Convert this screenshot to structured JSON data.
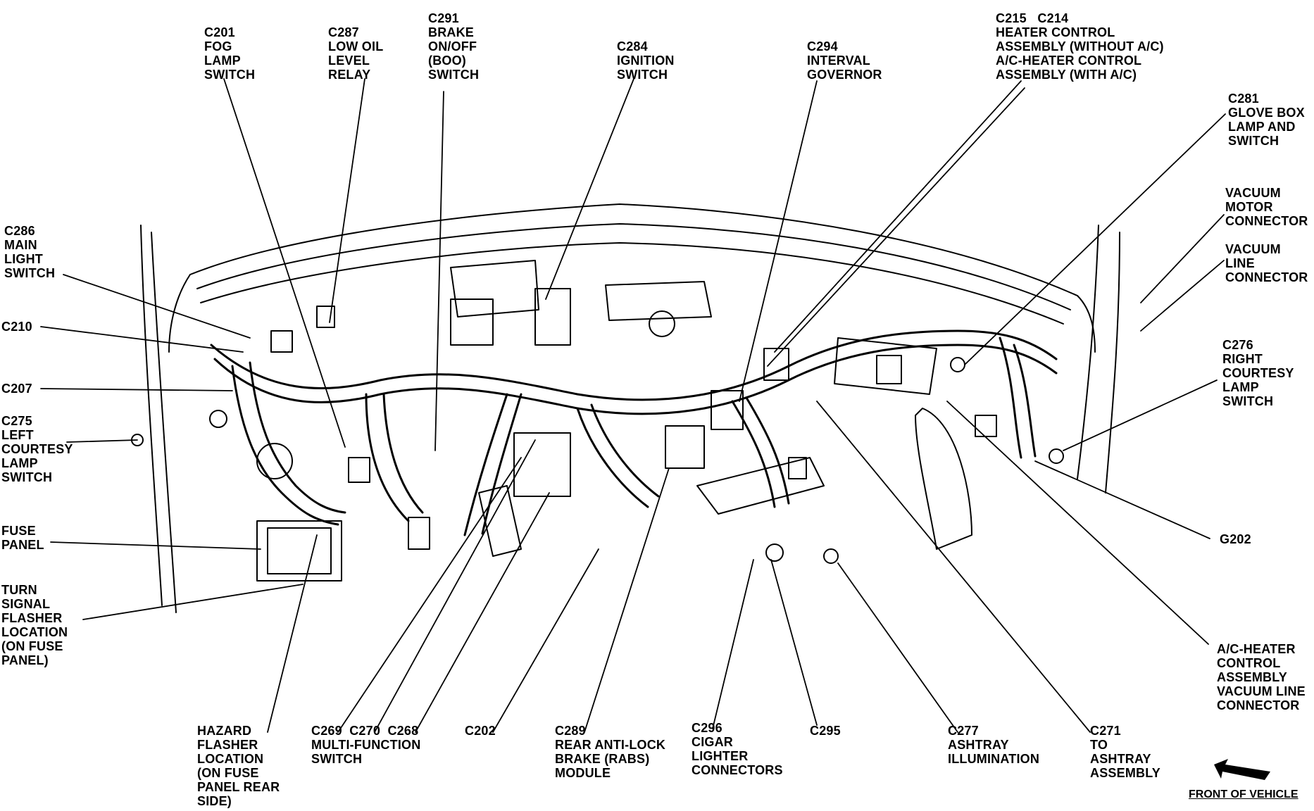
{
  "labels": {
    "c201": "C201\nFOG\nLAMP\nSWITCH",
    "c287": "C287\nLOW OIL\nLEVEL\nRELAY",
    "c291": "C291\nBRAKE\nON/OFF\n(BOO)\nSWITCH",
    "c284": "C284\nIGNITION\nSWITCH",
    "c294": "C294\nINTERVAL\nGOVERNOR",
    "c215": "C215   C214\nHEATER CONTROL\nASSEMBLY (WITHOUT A/C)\nA/C-HEATER CONTROL\nASSEMBLY (WITH A/C)",
    "c281": "C281\nGLOVE BOX\nLAMP AND\nSWITCH",
    "vac_motor": "VACUUM\nMOTOR\nCONNECTOR",
    "vac_line": "VACUUM\nLINE\nCONNECTOR",
    "c276": "C276\nRIGHT\nCOURTESY\nLAMP\nSWITCH",
    "g202": "G202",
    "ac_heater": "A/C-HEATER\nCONTROL\nASSEMBLY\nVACUUM LINE\nCONNECTOR",
    "c271": "C271\nTO\nASHTRAY\nASSEMBLY",
    "c277": "C277\nASHTRAY\nILLUMINATION",
    "c295": "C295",
    "c296": "C296\nCIGAR\nLIGHTER\nCONNECTORS",
    "c289": "C289\nREAR ANTI-LOCK\nBRAKE (RABS)\nMODULE",
    "c202": "C202",
    "c269": "C269  C270  C268\nMULTI-FUNCTION\nSWITCH",
    "hazard": "HAZARD\nFLASHER\nLOCATION\n(ON FUSE\nPANEL REAR\nSIDE)",
    "turn": "TURN\nSIGNAL\nFLASHER\nLOCATION\n(ON FUSE\nPANEL)",
    "fuse": "FUSE\nPANEL",
    "c275": "C275\nLEFT\nCOURTESY\nLAMP\nSWITCH",
    "c207": "C207",
    "c210": "C210",
    "c286": "C286\nMAIN\nLIGHT\nSWITCH"
  },
  "front_of_vehicle": "FRONT OF VEHICLE"
}
